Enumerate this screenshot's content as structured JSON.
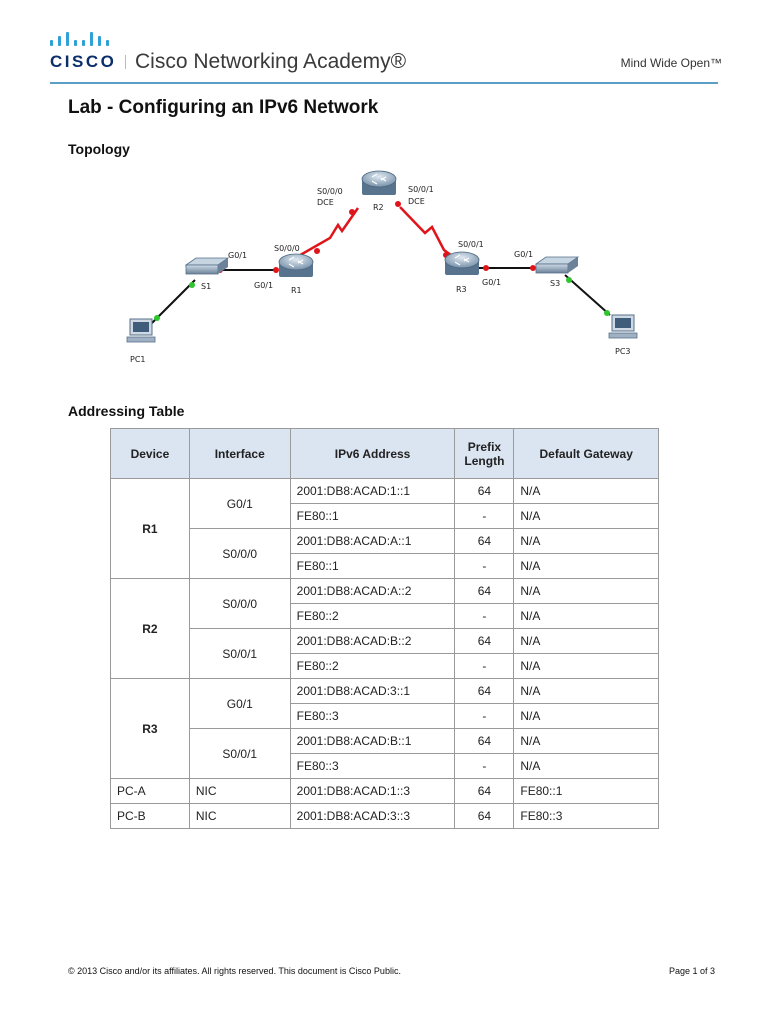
{
  "header": {
    "logo_text": "cisco",
    "brand": "Cisco Networking Academy®",
    "tagline": "Mind Wide Open™"
  },
  "title": "Lab - Configuring an IPv6 Network",
  "topology": {
    "heading": "Topology",
    "labels": {
      "r1": "R1",
      "r2": "R2",
      "r3": "R3",
      "s1": "S1",
      "s3": "S3",
      "pc1": "PC1",
      "pc3": "PC3",
      "r2_s000": "S0/0/0",
      "r2_s000_dce": "DCE",
      "r2_s001": "S0/0/1",
      "r2_s001_dce": "DCE",
      "r1_s000": "S0/0/0",
      "r1_g01": "G0/1",
      "s1_g01": "G0/1",
      "r3_s001": "S0/0/1",
      "r3_g01": "G0/1",
      "s3_g01": "G0/1"
    },
    "colors": {
      "serial_link": "#e0151b",
      "ethernet_link": "#111111",
      "port_up": "#2ec52e",
      "port_down": "#e0151b"
    }
  },
  "addressing": {
    "heading": "Addressing Table",
    "columns": [
      "Device",
      "Interface",
      "IPv6 Address",
      "Prefix Length",
      "Default Gateway"
    ],
    "devices": [
      {
        "device": "R1",
        "interfaces": [
          {
            "name": "G0/1",
            "rows": [
              {
                "address": "2001:DB8:ACAD:1::1",
                "prefix": "64",
                "gateway": "N/A"
              },
              {
                "address": "FE80::1",
                "prefix": "-",
                "gateway": "N/A"
              }
            ]
          },
          {
            "name": "S0/0/0",
            "rows": [
              {
                "address": "2001:DB8:ACAD:A::1",
                "prefix": "64",
                "gateway": "N/A"
              },
              {
                "address": "FE80::1",
                "prefix": "-",
                "gateway": "N/A"
              }
            ]
          }
        ]
      },
      {
        "device": "R2",
        "interfaces": [
          {
            "name": "S0/0/0",
            "rows": [
              {
                "address": "2001:DB8:ACAD:A::2",
                "prefix": "64",
                "gateway": "N/A"
              },
              {
                "address": "FE80::2",
                "prefix": "-",
                "gateway": "N/A"
              }
            ]
          },
          {
            "name": "S0/0/1",
            "rows": [
              {
                "address": "2001:DB8:ACAD:B::2",
                "prefix": "64",
                "gateway": "N/A"
              },
              {
                "address": "FE80::2",
                "prefix": "-",
                "gateway": "N/A"
              }
            ]
          }
        ]
      },
      {
        "device": "R3",
        "interfaces": [
          {
            "name": "G0/1",
            "rows": [
              {
                "address": "2001:DB8:ACAD:3::1",
                "prefix": "64",
                "gateway": "N/A"
              },
              {
                "address": "FE80::3",
                "prefix": "-",
                "gateway": "N/A"
              }
            ]
          },
          {
            "name": "S0/0/1",
            "rows": [
              {
                "address": "2001:DB8:ACAD:B::1",
                "prefix": "64",
                "gateway": "N/A"
              },
              {
                "address": "FE80::3",
                "prefix": "-",
                "gateway": "N/A"
              }
            ]
          }
        ]
      }
    ],
    "hosts": [
      {
        "device": "PC-A",
        "interface": "NIC",
        "address": "2001:DB8:ACAD:1::3",
        "prefix": "64",
        "gateway": "FE80::1"
      },
      {
        "device": "PC-B",
        "interface": "NIC",
        "address": "2001:DB8:ACAD:3::3",
        "prefix": "64",
        "gateway": "FE80::3"
      }
    ]
  },
  "footer": {
    "copyright": "© 2013 Cisco and/or its affiliates. All rights reserved. This document is Cisco Public.",
    "page": "Page 1 of 3"
  }
}
